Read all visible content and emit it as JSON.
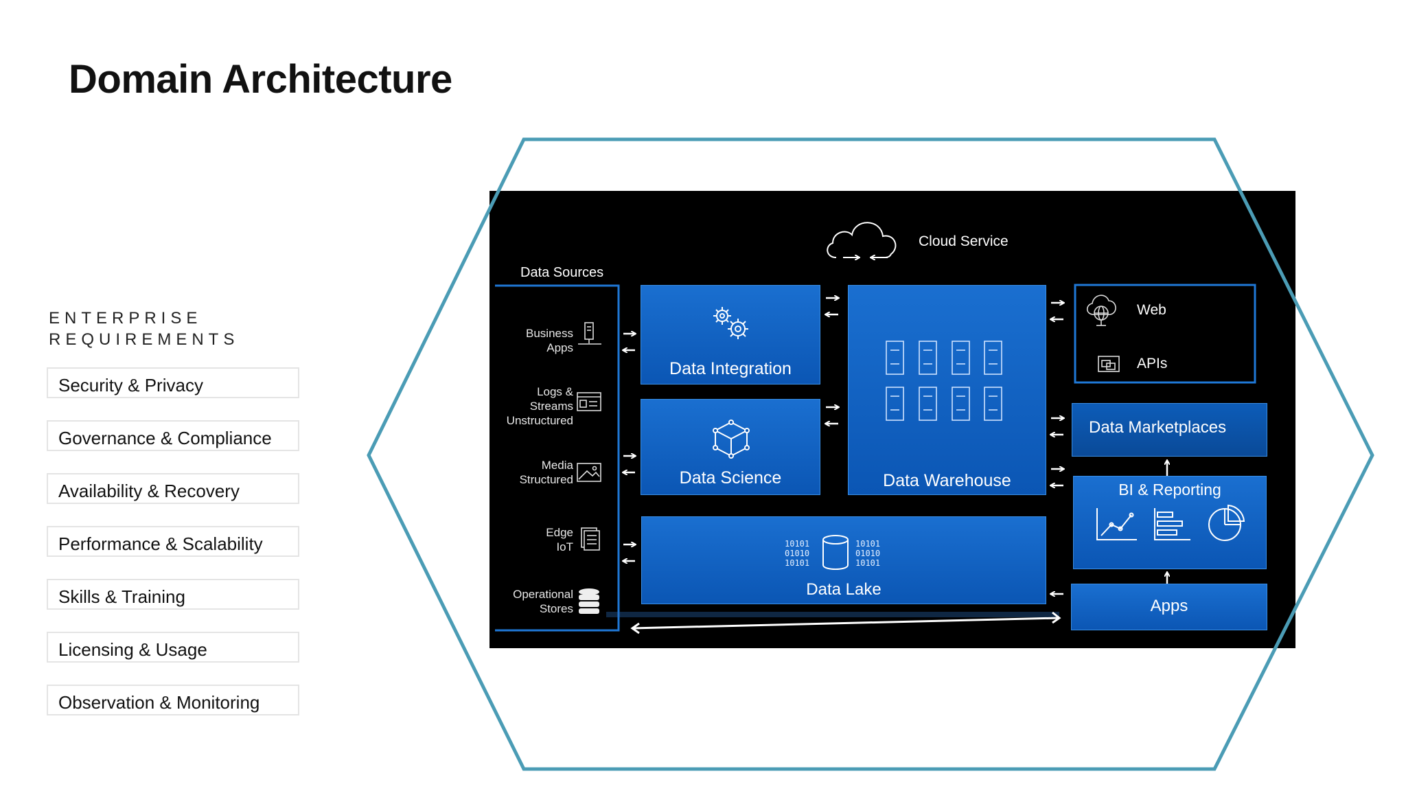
{
  "page": {
    "title": "Domain Architecture"
  },
  "requirements": {
    "heading_line1": "ENTERPRISE",
    "heading_line2": "REQUIREMENTS",
    "items": [
      "Security & Privacy",
      "Governance & Compliance",
      "Availability & Recovery",
      "Performance & Scalability",
      "Skills & Training",
      "Licensing & Usage",
      "Observation & Monitoring"
    ]
  },
  "diagram": {
    "cloud_label": "Cloud  Service",
    "data_sources_title": "Data Sources",
    "sources": [
      {
        "line1": "Business",
        "line2": "Apps",
        "line3": "",
        "icon": "server-icon"
      },
      {
        "line1": "Logs &",
        "line2": "Streams",
        "line3": "Unstructured",
        "icon": "log-window-icon"
      },
      {
        "line1": "Media",
        "line2": "Structured",
        "line3": "",
        "icon": "image-icon"
      },
      {
        "line1": "Edge",
        "line2": "IoT",
        "line3": "",
        "icon": "document-icon"
      },
      {
        "line1": "Operational",
        "line2": "Stores",
        "line3": "",
        "icon": "database-icon"
      }
    ],
    "data_integration": "Data Integration",
    "data_science": "Data Science",
    "data_warehouse": "Data Warehouse",
    "data_lake": "Data Lake",
    "binary_left": [
      "10101",
      "01010",
      "10101"
    ],
    "binary_right": [
      "10101",
      "01010",
      "10101"
    ],
    "web": "Web",
    "apis": "APIs",
    "data_marketplaces": "Data Marketplaces",
    "bi_reporting": "BI & Reporting",
    "apps": "Apps"
  },
  "colors": {
    "hexagon_stroke": "#4b9cb5",
    "box_blue": "#0b5fc4",
    "background_dark": "#000000"
  }
}
